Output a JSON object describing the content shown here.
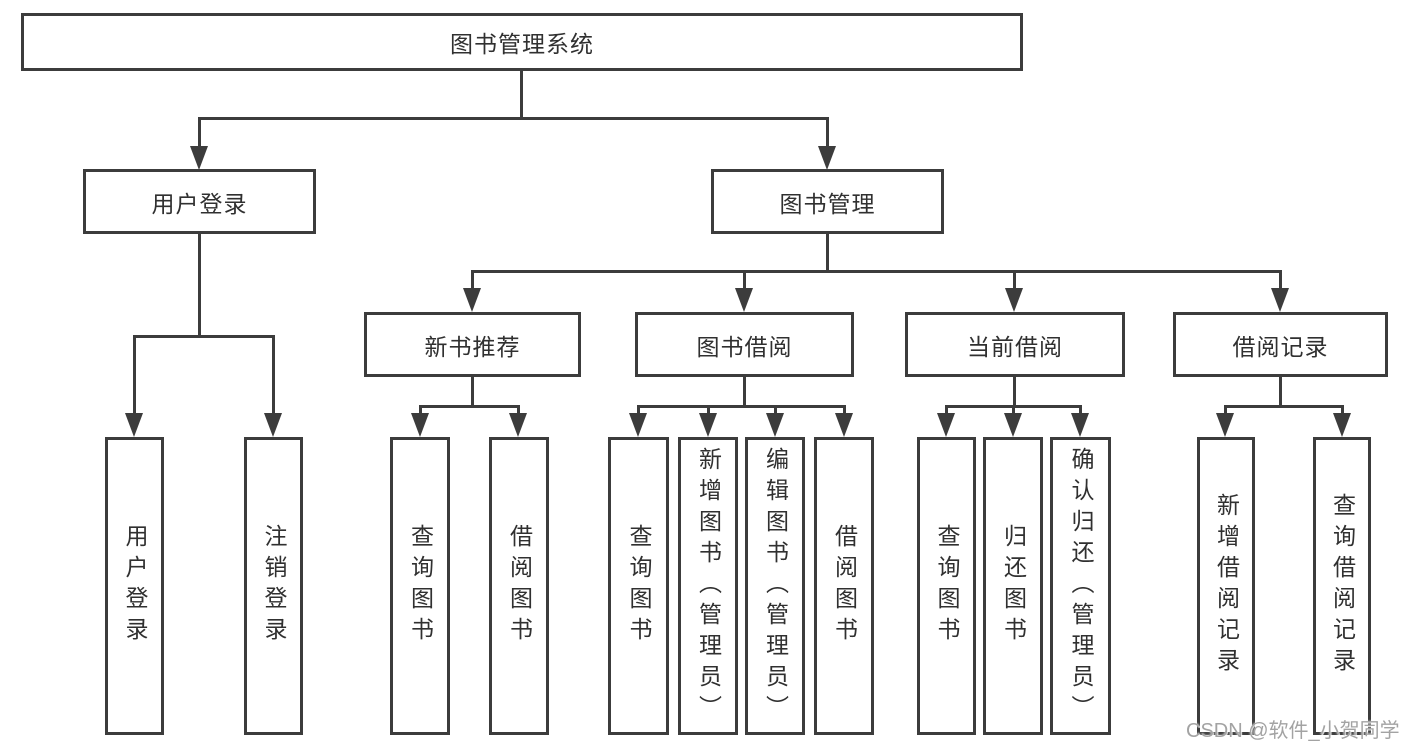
{
  "tree": {
    "label": "图书管理系统",
    "children": [
      {
        "label": "用户登录",
        "children": [
          {
            "label": "用户登录"
          },
          {
            "label": "注销登录"
          }
        ]
      },
      {
        "label": "图书管理",
        "children": [
          {
            "label": "新书推荐",
            "children": [
              {
                "label": "查询图书"
              },
              {
                "label": "借阅图书"
              }
            ]
          },
          {
            "label": "图书借阅",
            "children": [
              {
                "label": "查询图书"
              },
              {
                "label": "新增图书（管理员）"
              },
              {
                "label": "编辑图书（管理员）"
              },
              {
                "label": "借阅图书"
              }
            ]
          },
          {
            "label": "当前借阅",
            "children": [
              {
                "label": "查询图书"
              },
              {
                "label": "归还图书"
              },
              {
                "label": "确认归还（管理员）"
              }
            ]
          },
          {
            "label": "借阅记录",
            "children": [
              {
                "label": "新增借阅记录"
              },
              {
                "label": "查询借阅记录"
              }
            ]
          }
        ]
      }
    ]
  },
  "watermark": {
    "text": "CSDN @软件_小贺同学"
  },
  "colors": {
    "line": "#3c3c3c",
    "box_border": "#3c3c3c",
    "box_background": "#ffffff",
    "text": "#303030",
    "watermark": "#a3a3a3",
    "page_background": "#ffffff"
  }
}
